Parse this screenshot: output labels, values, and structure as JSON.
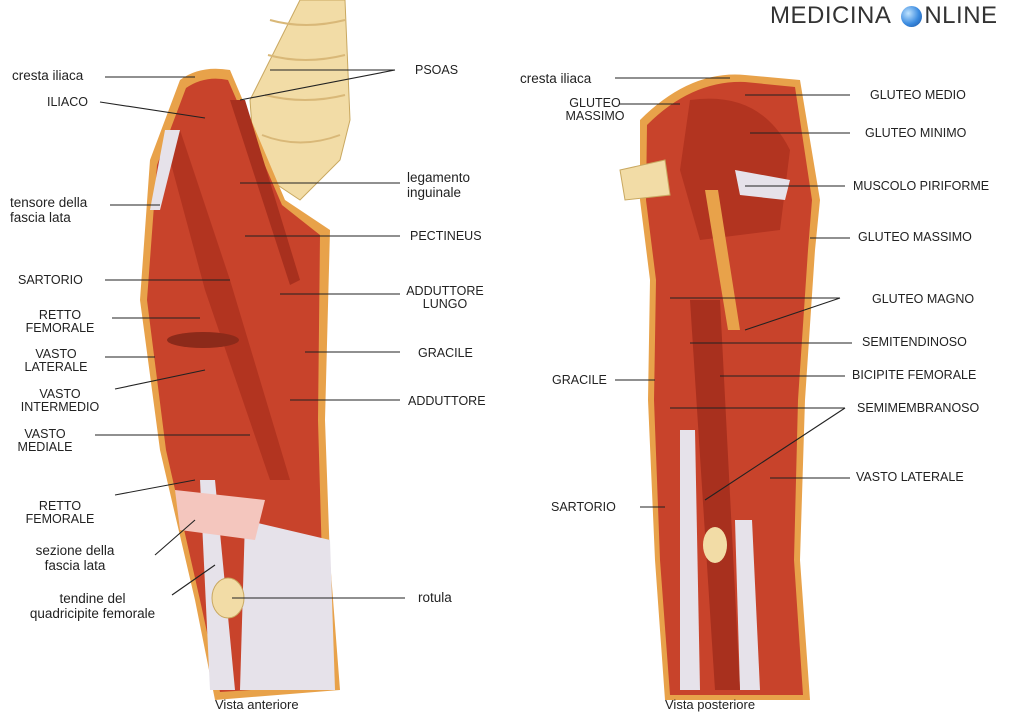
{
  "brand": {
    "part1": "MEDICINA",
    "part2": "NLINE",
    "icon": "globe-icon"
  },
  "anterior": {
    "caption": "Vista anteriore",
    "labels": {
      "cresta_iliaca": "cresta iliaca",
      "iliaco": "ILIACO",
      "tensore": "tensore della\nfascia lata",
      "sartorio": "SARTORIO",
      "retto_femorale_1": "RETTO\nFEMORALE",
      "vasto_laterale": "VASTO\nLATERALE",
      "vasto_intermedio": "VASTO\nINTERMEDIO",
      "vasto_mediale": "VASTO\nMEDIALE",
      "retto_femorale_2": "RETTO\nFEMORALE",
      "sezione": "sezione della\nfascia lata",
      "tendine": "tendine del\nquadricipite femorale",
      "psoas": "PSOAS",
      "legamento": "legamento\ninguinale",
      "pectineus": "PECTINEUS",
      "adduttore_lungo": "ADDUTTORE\nLUNGO",
      "gracile": "GRACILE",
      "adduttore": "ADDUTTORE",
      "rotula": "rotula"
    }
  },
  "posterior": {
    "caption": "Vista posteriore",
    "labels": {
      "cresta_iliaca": "cresta iliaca",
      "gluteo_massimo_1": "GLUTEO\nMASSIMO",
      "gluteo_medio": "GLUTEO MEDIO",
      "gluteo_minimo": "GLUTEO MINIMO",
      "piriforme": "MUSCOLO PIRIFORME",
      "gluteo_massimo_2": "GLUTEO MASSIMO",
      "gluteo_magno": "GLUTEO MAGNO",
      "semitendinoso": "SEMITENDINOSO",
      "bicipite": "BICIPITE FEMORALE",
      "semimembranoso": "SEMIMEMBRANOSO",
      "vasto_laterale": "VASTO LATERALE",
      "gracile": "GRACILE",
      "sartorio": "SARTORIO"
    }
  },
  "colors": {
    "muscle": "#c8432b",
    "muscle_dark": "#9e2c1c",
    "bone": "#f2dca6",
    "tendon": "#e6e2ea",
    "fat": "#e8a24a"
  }
}
